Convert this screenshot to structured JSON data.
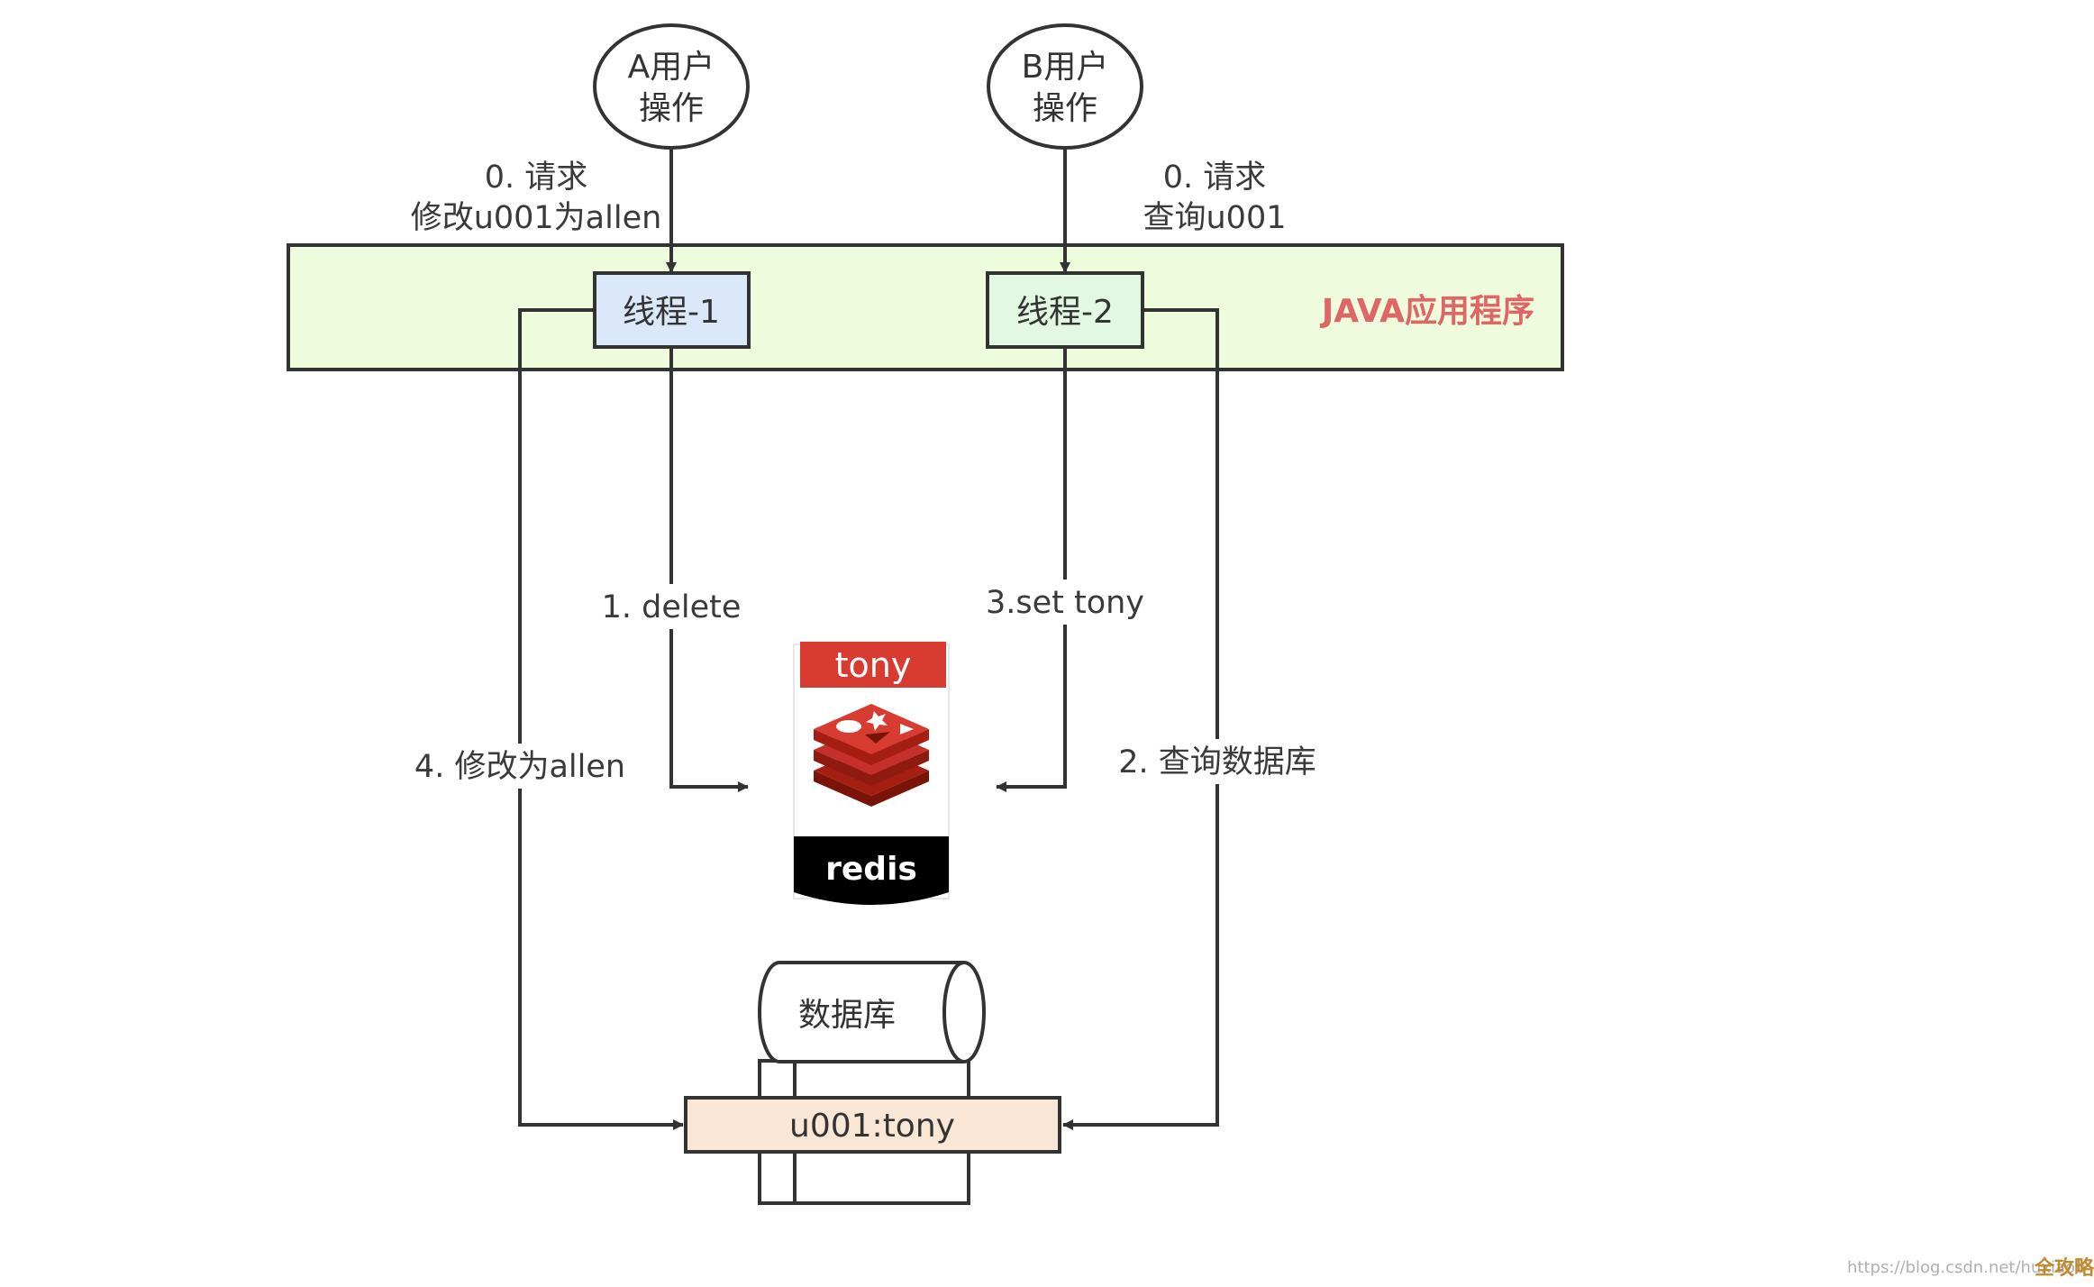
{
  "diagram": {
    "user_a": {
      "line1": "A用户",
      "line2": "操作"
    },
    "user_b": {
      "line1": "B用户",
      "line2": "操作"
    },
    "request_a": {
      "line1": "0. 请求",
      "line2": "修改u001为allen"
    },
    "request_b": {
      "line1": "0. 请求",
      "line2": "查询u001"
    },
    "app_label": "JAVA应用程序",
    "thread_1": "线程-1",
    "thread_2": "线程-2",
    "step_delete": "1. delete",
    "step_set": "3.set tony",
    "step_update_db": "4. 修改为allen",
    "step_query_db": "2. 查询数据库",
    "redis": {
      "value_label": "tony",
      "name": "redis"
    },
    "database": {
      "label": "数据库",
      "record": "u001:tony"
    }
  },
  "watermark": {
    "url": "https://blog.csdn.net/huxiaob",
    "brand": "全攻略"
  },
  "colors": {
    "app_fill": "#eefbdd",
    "thread_1_fill": "#dbe8fa",
    "thread_2_fill": "#e2f8e2",
    "record_fill": "#f9e6d4",
    "app_label": "#e06666",
    "redis_red": "#d83b2f",
    "line": "#333333"
  }
}
